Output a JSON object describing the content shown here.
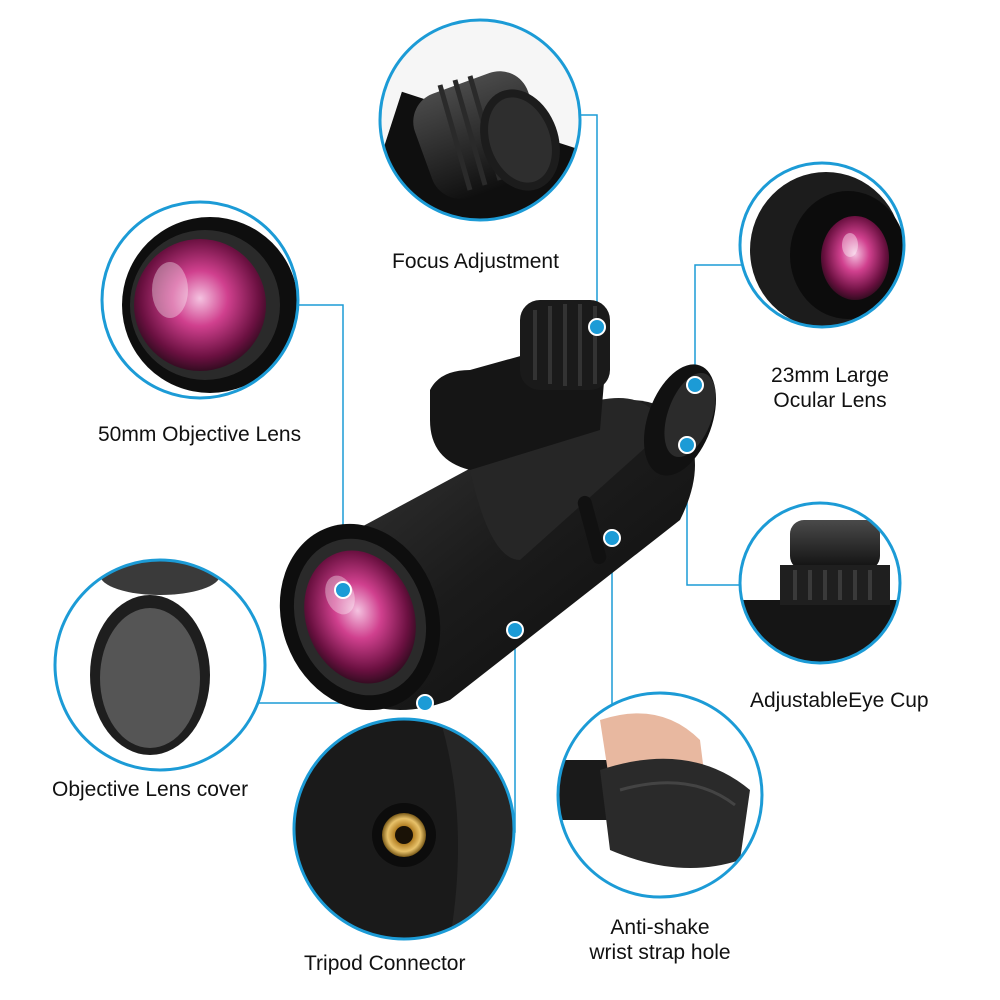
{
  "colors": {
    "accent": "#1c9bd6",
    "body": "#1b1b1b",
    "lens": "#c0307a",
    "label": "#111111"
  },
  "features": [
    {
      "id": "focus",
      "label": "Focus Adjustment",
      "icon": "focus-knob-icon"
    },
    {
      "id": "ocular",
      "label_line1": "23mm Large",
      "label_line2": "Ocular Lens",
      "icon": "ocular-lens-icon"
    },
    {
      "id": "objective",
      "label": "50mm Objective Lens",
      "icon": "objective-lens-icon"
    },
    {
      "id": "eyecup",
      "label": "AdjustableEye Cup",
      "icon": "eye-cup-icon"
    },
    {
      "id": "cover",
      "label": "Objective Lens cover",
      "icon": "lens-cover-icon"
    },
    {
      "id": "tripod",
      "label": "Tripod Connector",
      "icon": "tripod-connector-icon"
    },
    {
      "id": "strap",
      "label_line1": "Anti-shake",
      "label_line2": "wrist strap hole",
      "icon": "wrist-strap-icon"
    }
  ]
}
